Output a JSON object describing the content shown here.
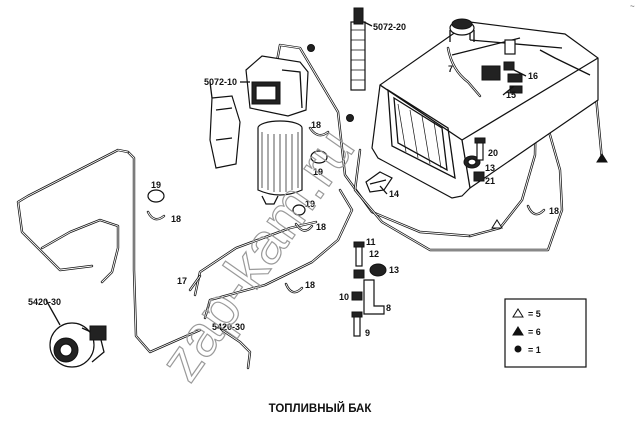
{
  "caption": "ТОПЛИВНЫЙ БАК",
  "watermark": "zap-kam.ru",
  "corner_mark": "~",
  "part_labels": {
    "p5072_20": "5072-20",
    "p5072_10": "5072-10",
    "p16": "16",
    "p7": "7",
    "p15": "15",
    "p18_a": "18",
    "p19_a": "19",
    "p14": "14",
    "p20": "20",
    "p13_a": "13",
    "p21": "21",
    "p19_b": "19",
    "p18_b": "18",
    "p19_c": "19",
    "p18_c": "18",
    "p18_d": "18",
    "p11": "11",
    "p12": "12",
    "p13_b": "13",
    "p17": "17",
    "p18_e": "18",
    "p10": "10",
    "p8": "8",
    "p9": "9",
    "p5420_30_a": "5420-30",
    "p5420_30_b": "5420-30"
  },
  "legend": {
    "items": [
      {
        "symbol": "open-triangle",
        "label": "= 5"
      },
      {
        "symbol": "filled-triangle",
        "label": "= 6"
      },
      {
        "symbol": "filled-circle",
        "label": "= 1"
      }
    ]
  },
  "markers": [
    {
      "symbol": "filled-circle"
    },
    {
      "symbol": "filled-circle"
    },
    {
      "symbol": "filled-triangle"
    },
    {
      "symbol": "open-triangle"
    }
  ]
}
